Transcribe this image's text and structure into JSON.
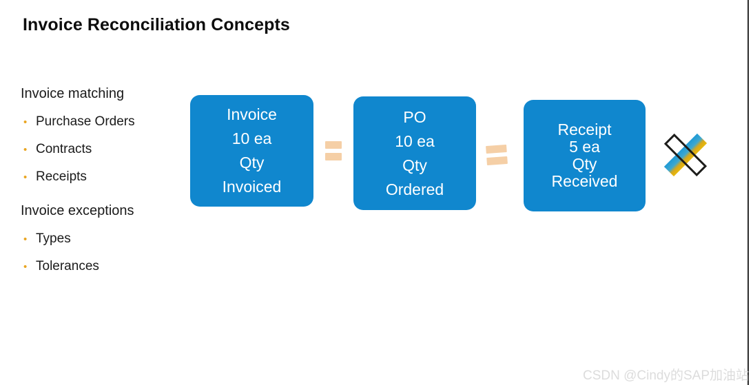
{
  "slide": {
    "title": "Invoice Reconciliation Concepts",
    "background_color": "#ffffff",
    "accent_blue": "#1087ce",
    "accent_peach": "#f5cfa6",
    "bullet_color": "#e9a521"
  },
  "outline": {
    "group_1_heading": "Invoice matching",
    "group_1_items": [
      {
        "bullet": "•",
        "label": "Purchase Orders"
      },
      {
        "bullet": "•",
        "label": "Contracts"
      },
      {
        "bullet": "•",
        "label": "Receipts"
      }
    ],
    "group_2_heading": "Invoice exceptions",
    "group_2_items": [
      {
        "bullet": "•",
        "label": "Types"
      },
      {
        "bullet": "•",
        "label": "Tolerances"
      }
    ]
  },
  "flow": {
    "boxes": [
      {
        "name": "invoice",
        "line_1": "Invoice",
        "line_2": "10 ea",
        "line_3": "Qty",
        "line_4": "Invoiced"
      },
      {
        "name": "po",
        "line_1": "PO",
        "line_2": "10 ea",
        "line_3": "Qty",
        "line_4": "Ordered"
      },
      {
        "name": "receipt",
        "line_1": "Receipt",
        "line_2": "5 ea",
        "line_3": "Qty",
        "line_4": "Received"
      }
    ],
    "operators": [
      {
        "name": "equals-1",
        "symbol": "="
      },
      {
        "name": "equals-2",
        "symbol": "="
      }
    ]
  },
  "decoration": {
    "mark_name": "crossed-bars-logo",
    "gradient_from": "#1e9ad6",
    "gradient_to": "#e8b90c",
    "outline_color": "#1d1d1b"
  },
  "watermark": {
    "text": "CSDN @Cindy的SAP加油站"
  }
}
